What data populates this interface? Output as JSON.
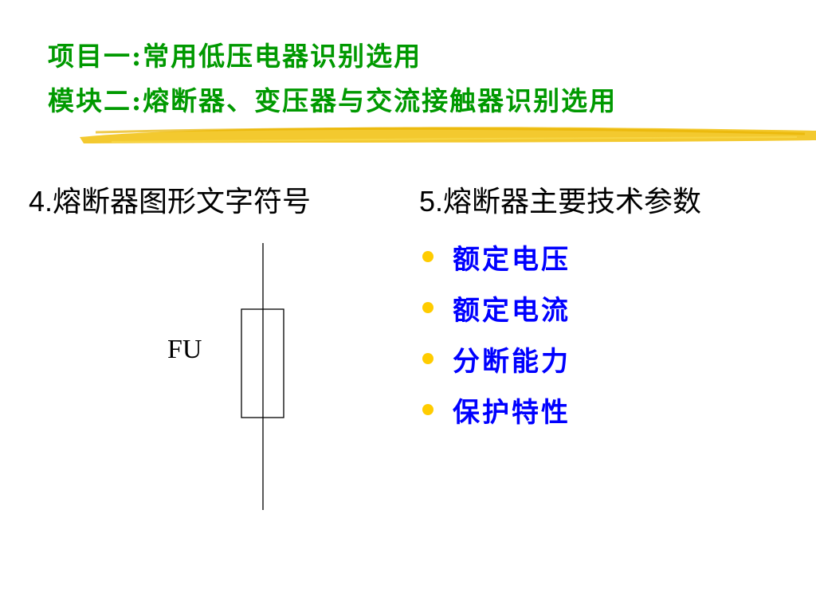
{
  "title": {
    "line1": "项目一:常用低压电器识别选用",
    "line2": "模块二:熔断器、变压器与交流接触器识别选用"
  },
  "section4": {
    "number": "4.",
    "text": "熔断器图形文字符号"
  },
  "section5": {
    "number": "5.",
    "text": "熔断器主要技术参数",
    "items": [
      "额定电压",
      "额定电流",
      "分断能力",
      "保护特性"
    ]
  },
  "fuse_label": "FU",
  "colors": {
    "title": "#009900",
    "bullet_text": "#0000ff",
    "bullet_dot": "#ffcc00",
    "brush": "#f2c318"
  },
  "icons": {
    "bullet": "yellow-dot-bullet",
    "symbol": "fuse-symbol-icon"
  }
}
